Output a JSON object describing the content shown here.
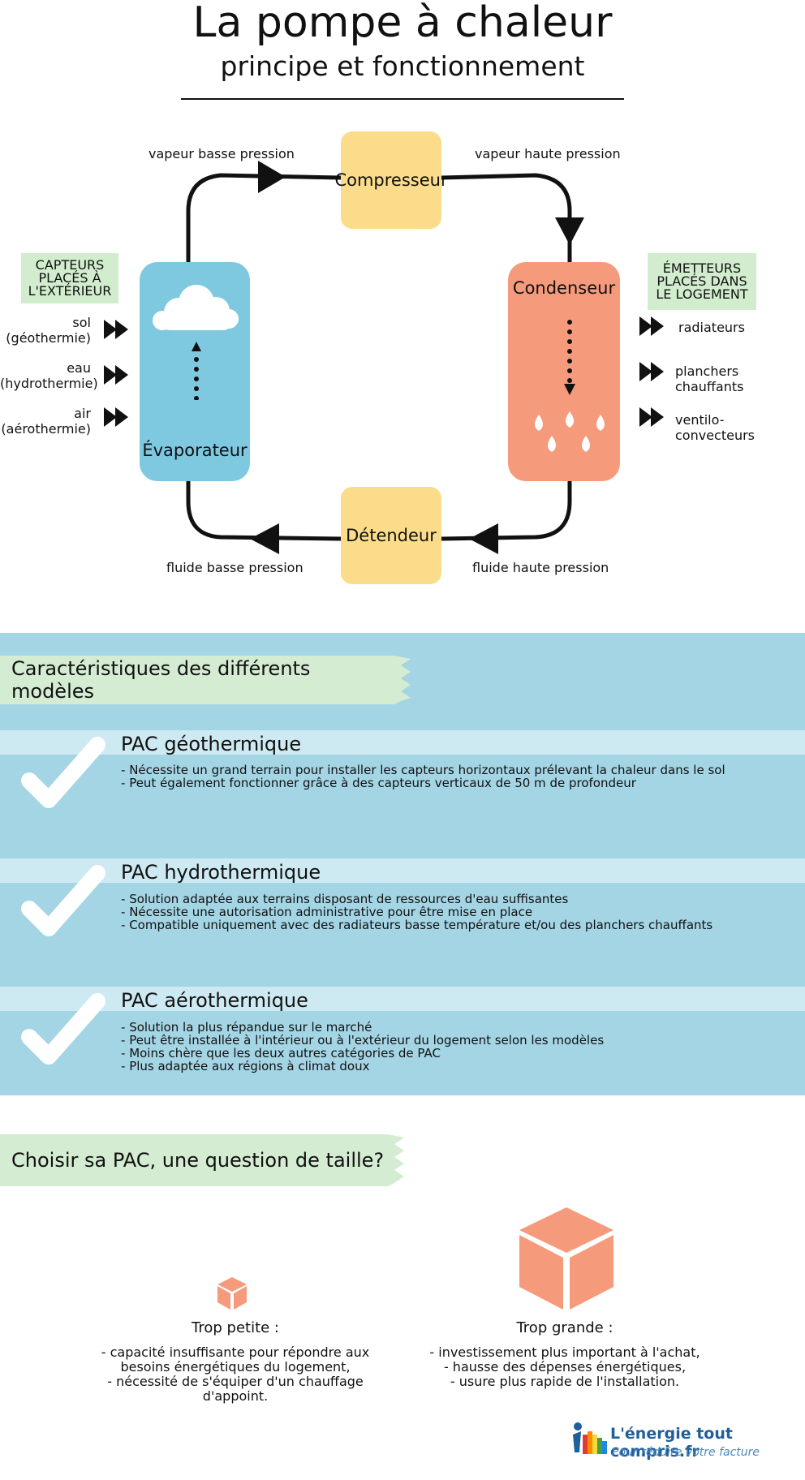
{
  "title": "La pompe à chaleur",
  "subtitle": "principe et fonctionnement",
  "cycle": {
    "compresseur": "Compresseur",
    "detendeur": "Détendeur",
    "evaporateur": "Évaporateur",
    "condenseur": "Condenseur",
    "labels": {
      "top_left": "vapeur basse pression",
      "top_right": "vapeur haute pression",
      "bottom_left": "fluide basse pression",
      "bottom_right": "fluide haute pression"
    }
  },
  "capteurs": {
    "tag": "CAPTEURS PLACÉS À L'EXTÉRIEUR",
    "items": [
      {
        "line1": "sol",
        "line2": "(géothermie)"
      },
      {
        "line1": "eau",
        "line2": "(hydrothermie)"
      },
      {
        "line1": "air",
        "line2": "(aérothermie)"
      }
    ]
  },
  "emetteurs": {
    "tag": "ÉMETTEURS PLACÉS DANS LE LOGEMENT",
    "items": [
      {
        "line1": "radiateurs",
        "line2": ""
      },
      {
        "line1": "planchers",
        "line2": "chauffants"
      },
      {
        "line1": "ventilo-",
        "line2": "convecteurs"
      }
    ]
  },
  "section1": {
    "heading": "Caractéristiques des différents modèles",
    "models": [
      {
        "title": "PAC géothermique",
        "bullets": [
          "Nécessite un grand terrain pour installer les capteurs horizontaux prélevant la chaleur dans le sol",
          "Peut également fonctionner grâce à des capteurs verticaux de 50 m de profondeur"
        ]
      },
      {
        "title": "PAC hydrothermique",
        "bullets": [
          "Solution adaptée aux terrains disposant de ressources d'eau suffisantes",
          "Nécessite une autorisation administrative pour être mise en place",
          "Compatible uniquement avec des radiateurs basse température et/ou des planchers chauffants"
        ]
      },
      {
        "title": "PAC aérothermique",
        "bullets": [
          "Solution la plus répandue sur le marché",
          "Peut être installée à l'intérieur ou à l'extérieur du logement selon les modèles",
          "Moins chère que les deux autres catégories de PAC",
          "Plus adaptée aux régions à climat doux"
        ]
      }
    ]
  },
  "section2": {
    "heading": "Choisir sa PAC, une question de taille?",
    "small": {
      "caption": "Trop petite :",
      "lines": [
        "- capacité insuffisante pour répondre aux",
        "besoins énergétiques du logement,",
        "- nécessité de s'équiper d'un chauffage",
        "d'appoint."
      ]
    },
    "large": {
      "caption": "Trop grande :",
      "lines": [
        "- investissement plus important à l'achat,",
        "- hausse des dépenses énergétiques,",
        "- usure plus rapide de l'installation."
      ]
    }
  },
  "logo": {
    "name": "L'énergie tout compris.fr",
    "tagline": "Pour réduire votre facture"
  },
  "colors": {
    "yellow": "#fbdc8b",
    "blue": "#7ec8e0",
    "orange": "#f59b7c",
    "band": "#a4d5e5",
    "green": "#d4ecd2"
  }
}
